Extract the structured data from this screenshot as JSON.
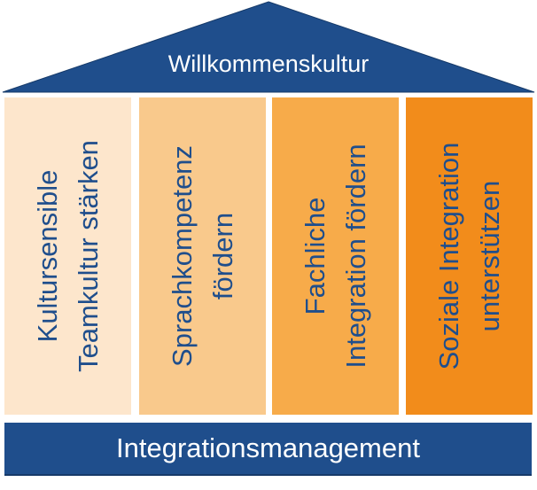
{
  "roof": {
    "title": "Willkommenskultur"
  },
  "pillars": [
    {
      "line1": "Kultursensible",
      "line2": "Teamkultur stärken"
    },
    {
      "line1": "Sprachkompetenz",
      "line2": "fördern"
    },
    {
      "line1": "Fachliche",
      "line2": "Integration fördern"
    },
    {
      "line1": "Soziale Integration",
      "line2": "unterstützen"
    }
  ],
  "foundation": {
    "title": "Integrationsmanagement"
  },
  "colors": {
    "navy": "#1f4e8c",
    "pillar_1": "#fde6cc",
    "pillar_2": "#f9c98c",
    "pillar_3": "#f7ab4a",
    "pillar_4": "#f28c1b",
    "label_text": "#1f4e8c",
    "light_text": "#ffffff"
  }
}
